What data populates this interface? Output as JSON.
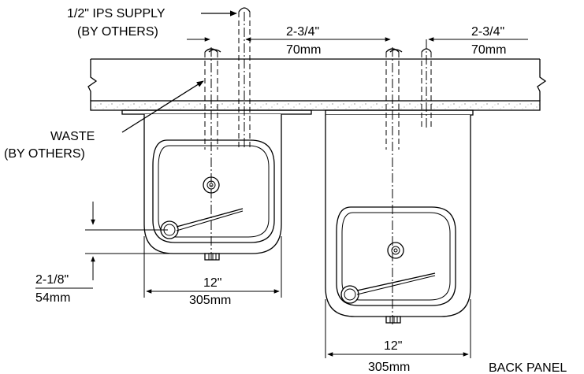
{
  "labels": {
    "supply_line1": "1/2\" IPS SUPPLY",
    "supply_line2": "(BY OTHERS)",
    "waste_line1": "WASTE",
    "waste_line2": "(BY OTHERS)",
    "dim_left_inch": "2-3/4\"",
    "dim_left_mm": "70mm",
    "dim_right_inch": "2-3/4\"",
    "dim_right_mm": "70mm",
    "height_inch": "2-1/8\"",
    "height_mm": "54mm",
    "width_left_inch": "12\"",
    "width_left_mm": "305mm",
    "width_right_inch": "12\"",
    "width_right_mm": "305mm",
    "back_panel": "BACK PANEL"
  }
}
